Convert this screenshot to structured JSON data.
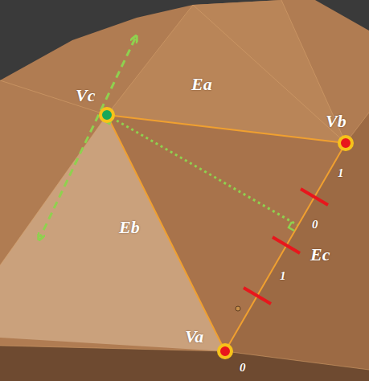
{
  "diagram": {
    "labels": [
      "Vc",
      "Ea",
      "Vb",
      "Eb",
      "Ec",
      "Va",
      "1",
      "0",
      "1",
      "0"
    ]
  }
}
